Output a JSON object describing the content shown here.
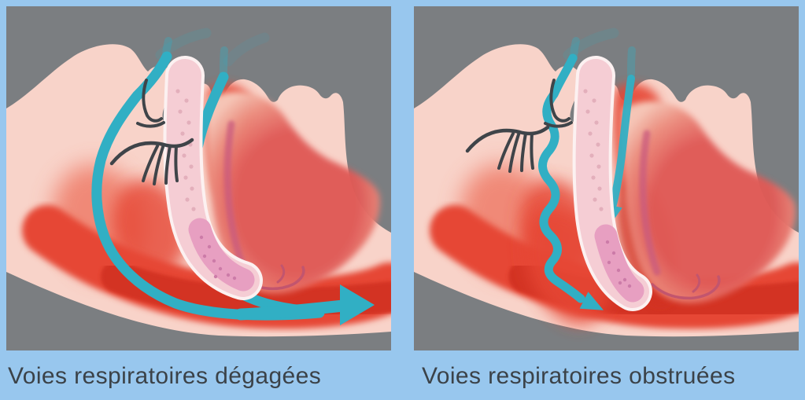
{
  "page": {
    "background": "#98c7ee"
  },
  "panels": [
    {
      "id": "clear",
      "caption": "Voies respiratoires dégagées",
      "airflow_state": "open"
    },
    {
      "id": "obstructed",
      "caption": "Voies respiratoires obstruées",
      "airflow_state": "blocked"
    }
  ],
  "colors": {
    "bg": "#98c7ee",
    "gray": "#7b7e81",
    "skin": "#f8d3c9",
    "red_soft": "#ed6a55",
    "red": "#e64734",
    "red_deep": "#d23220",
    "tongue": "#e05a57",
    "tongue_mid": "#ec8f80",
    "tongue_edge": "#f6c9ba",
    "tongue_rim": "#c95b7f",
    "tongue_line": "#c2556e",
    "uvula_outline": "#fcf1f1",
    "uvula_light": "#f5cdd4",
    "uvula_deep": "#e79fc1",
    "speckle_light": "#e3afbb",
    "speckle_deep": "#cc7ba8",
    "airflow": "#31afc4",
    "line": "#3f4449",
    "text": "#3b4248"
  }
}
